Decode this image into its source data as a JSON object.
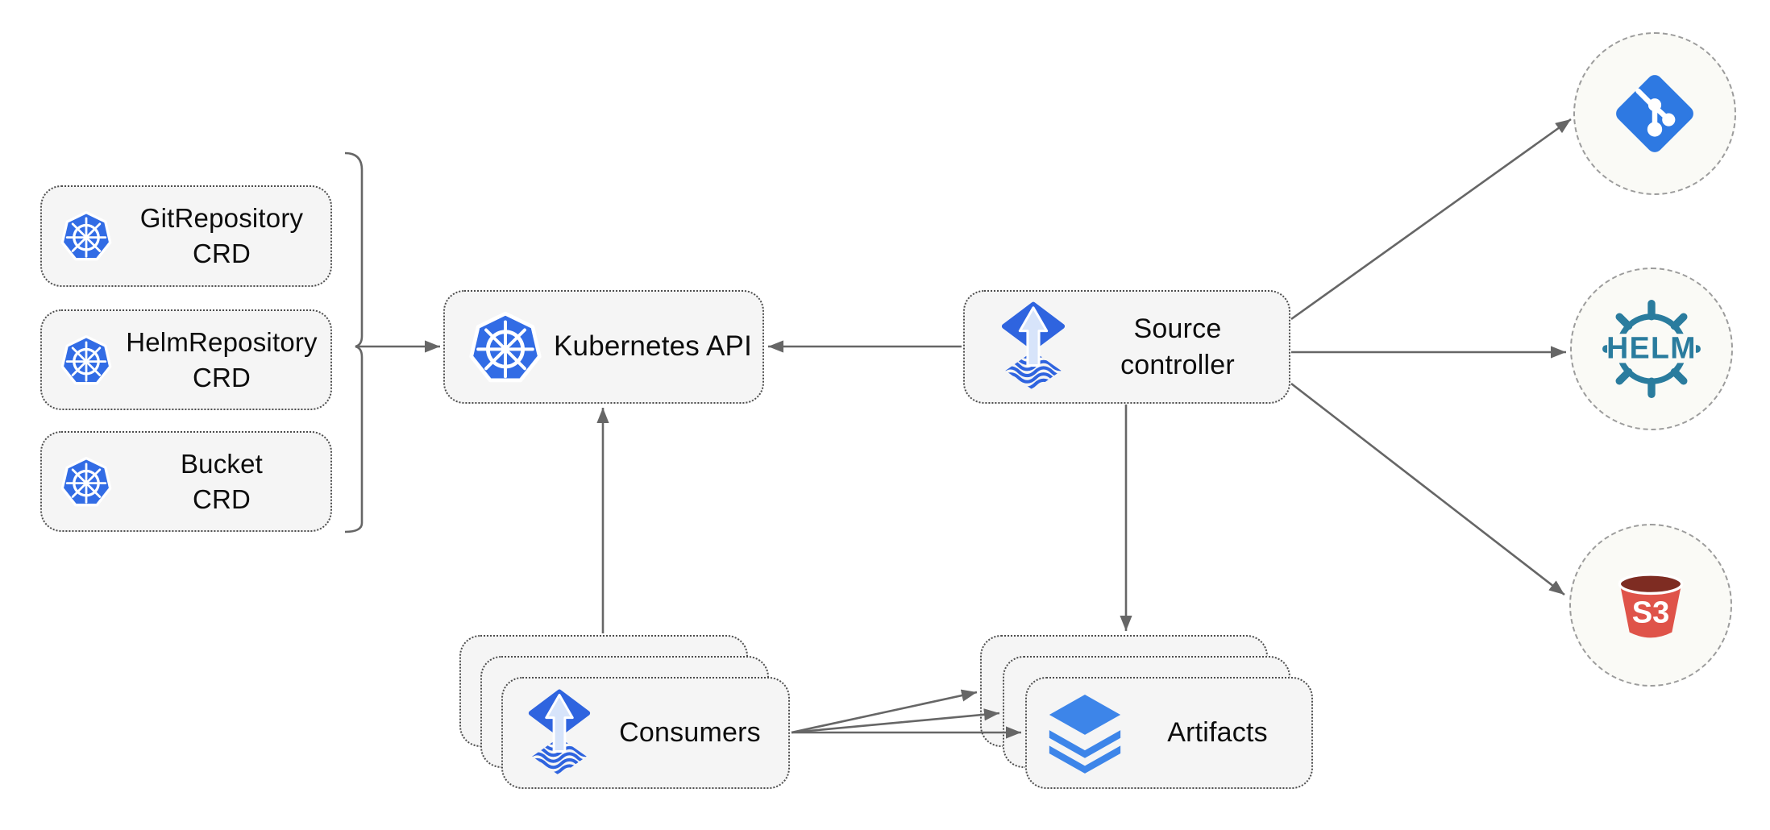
{
  "nodes": {
    "crds": [
      {
        "line1": "GitRepository",
        "line2": "CRD"
      },
      {
        "line1": "HelmRepository",
        "line2": "CRD"
      },
      {
        "line1": "Bucket",
        "line2": "CRD"
      }
    ],
    "kubernetes_api": {
      "label": "Kubernetes API"
    },
    "source_controller": {
      "line1": "Source",
      "line2": "controller"
    },
    "consumers": {
      "label": "Consumers"
    },
    "artifacts": {
      "label": "Artifacts"
    }
  },
  "logo_text": {
    "helm": "HELM",
    "s3": "S3"
  },
  "icons": {
    "crd_boxes": "kubernetes-wheel-icon",
    "kubernetes_api": "kubernetes-wheel-icon",
    "source_controller": "flux-icon",
    "consumers": "flux-icon",
    "artifacts": "layers-icon",
    "git_endpoint": "git-icon",
    "helm_endpoint": "helm-wheel-icon",
    "s3_endpoint": "s3-bucket-icon"
  },
  "edges": [
    {
      "from": "crd-group-bracket",
      "to": "kubernetes-api"
    },
    {
      "from": "source-controller",
      "to": "kubernetes-api"
    },
    {
      "from": "consumers",
      "to": "kubernetes-api"
    },
    {
      "from": "source-controller",
      "to": "artifacts"
    },
    {
      "from": "source-controller",
      "to": "git-endpoint"
    },
    {
      "from": "source-controller",
      "to": "helm-endpoint"
    },
    {
      "from": "source-controller",
      "to": "s3-endpoint"
    },
    {
      "from": "consumers",
      "to": "artifacts-back"
    },
    {
      "from": "consumers",
      "to": "artifacts-middle"
    },
    {
      "from": "consumers",
      "to": "artifacts-front"
    }
  ],
  "colors": {
    "kubernetes_blue": "#326CE5",
    "flux_blue": "#2F64DF",
    "flux_arrow_light": "#D7E4FA",
    "git_blue": "#2E79E2",
    "helm_teal": "#2A7C9E",
    "s3_red": "#DF5349",
    "s3_dark_red": "#7E2C22",
    "artifact_blue": "#3D85E9",
    "line_gray": "#666666",
    "box_fill": "#F5F5F5",
    "circle_fill": "#FAFAF6",
    "text_black": "#0D0D0D"
  }
}
